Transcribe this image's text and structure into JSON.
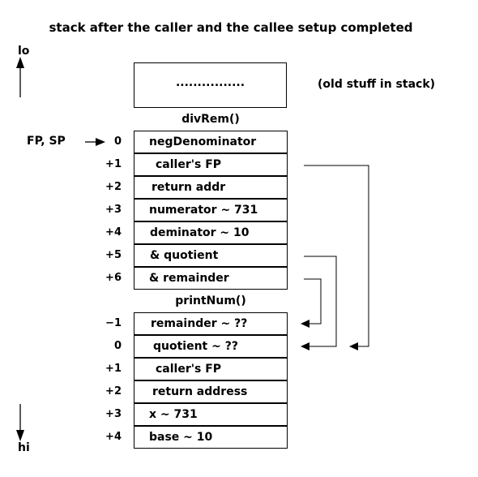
{
  "title": "stack after the caller and the callee setup completed",
  "axis": {
    "top": "lo",
    "bottom": "hi"
  },
  "old_stack": {
    "dots": "................",
    "note": "(old stuff in stack)"
  },
  "pointer_label": "FP, SP",
  "frames": [
    {
      "name": "divRem()",
      "rows": [
        {
          "offset": "0",
          "label": "negDenominator"
        },
        {
          "offset": "+1",
          "label": "caller's FP"
        },
        {
          "offset": "+2",
          "label": "return addr"
        },
        {
          "offset": "+3",
          "label": "numerator ~ 731"
        },
        {
          "offset": "+4",
          "label": "deminator ~ 10"
        },
        {
          "offset": "+5",
          "label": "& quotient"
        },
        {
          "offset": "+6",
          "label": "& remainder"
        }
      ]
    },
    {
      "name": "printNum()",
      "rows": [
        {
          "offset": "−1",
          "label": "remainder ~ ??"
        },
        {
          "offset": "0",
          "label": "quotient ~ ??"
        },
        {
          "offset": "+1",
          "label": "caller's FP"
        },
        {
          "offset": "+2",
          "label": "return address"
        },
        {
          "offset": "+3",
          "label": "x ~ 731"
        },
        {
          "offset": "+4",
          "label": "base ~ 10"
        }
      ]
    }
  ]
}
